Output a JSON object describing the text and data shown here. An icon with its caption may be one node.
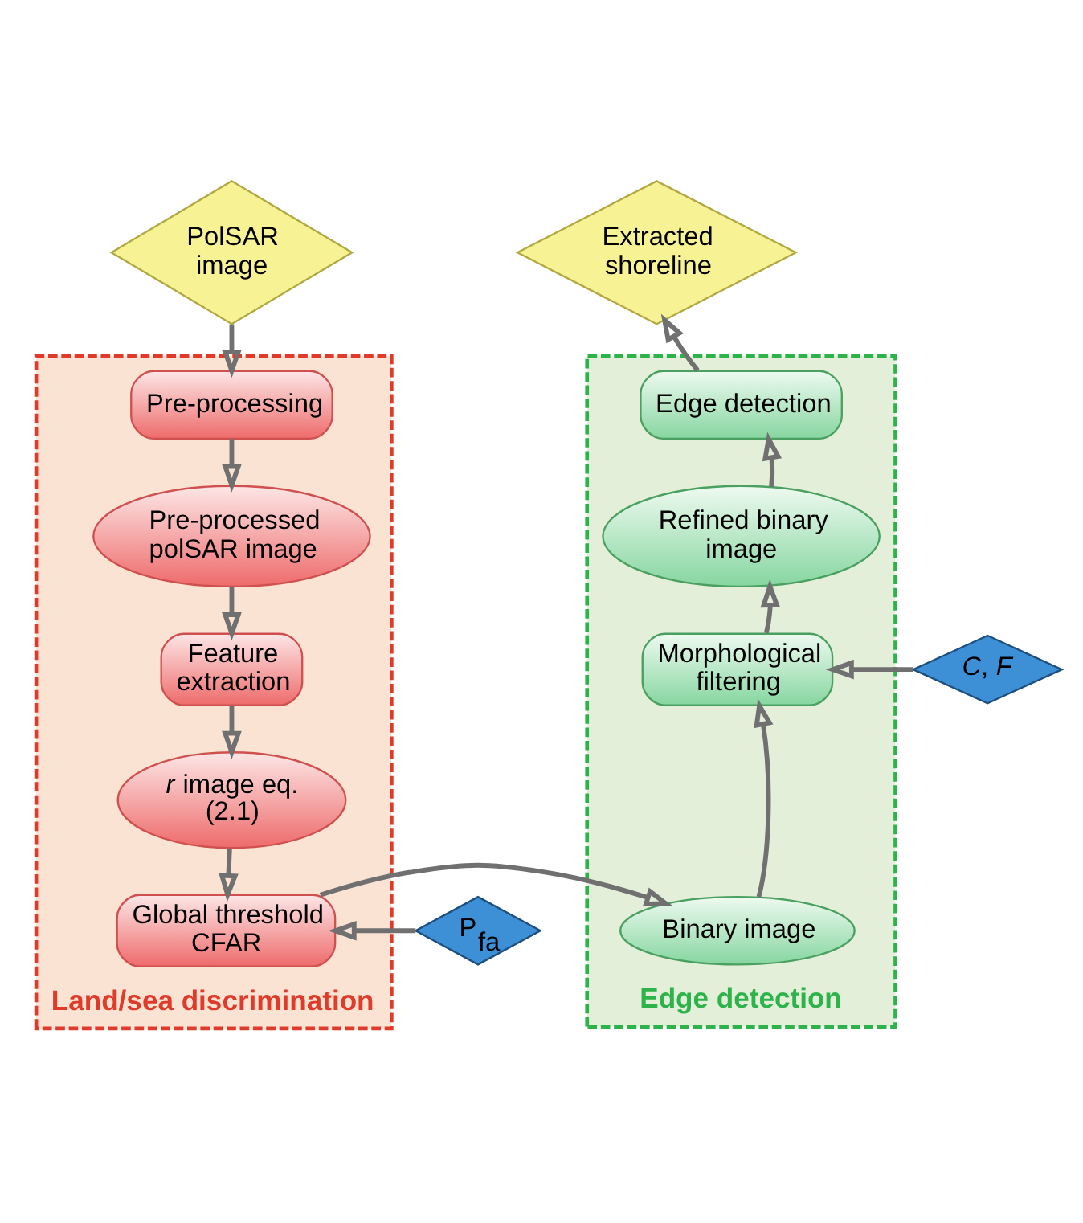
{
  "diagram": {
    "nodes": [
      {
        "text": [
          "PolSAR image"
        ]
      },
      {
        "text": [
          "Land/sea discrimination"
        ]
      },
      {
        "text": [
          "Pre-processing"
        ],
        "in": 1
      },
      {
        "text": [
          "Pre-processed polSAR image"
        ],
        "in": 1
      },
      {
        "text": [
          "Feature extraction"
        ],
        "in": 1
      },
      {
        "text": [
          "*r* image eq. (2.1)"
        ],
        "in": 1
      },
      {
        "text": [
          "Global threshold CFAR"
        ],
        "in": 1
      },
      {
        "text": [
          "P$_{fa}$"
        ]
      },
      {
        "text": [
          "Edge detection"
        ]
      },
      {
        "text": [
          "Edge detection"
        ],
        "in": 8
      },
      {
        "text": [
          "Refined binary image"
        ],
        "in": 8
      },
      {
        "text": [
          "Morphological filtering"
        ],
        "in": 8
      },
      {
        "text": [
          "Binary image"
        ],
        "in": 8
      },
      {
        "text": [
          "*C*, *F*"
        ]
      },
      {
        "text": [
          "Extracted shoreline"
        ]
      }
    ],
    "edges": [
      {
        "from": 0,
        "to": 2,
        "arrow": "to"
      },
      {
        "from": 2,
        "to": 3,
        "arrow": "to"
      },
      {
        "from": 3,
        "to": 4,
        "arrow": "to"
      },
      {
        "from": 4,
        "to": 5,
        "arrow": "to"
      },
      {
        "from": 5,
        "to": 6,
        "arrow": "to"
      },
      {
        "from": 7,
        "to": 6,
        "arrow": "to"
      },
      {
        "from": 6,
        "to": 12,
        "arrow": "to"
      },
      {
        "from": 12,
        "to": 11,
        "arrow": "to"
      },
      {
        "from": 13,
        "to": 11,
        "arrow": "to"
      },
      {
        "from": 11,
        "to": 10,
        "arrow": "to"
      },
      {
        "from": 10,
        "to": 9,
        "arrow": "to"
      },
      {
        "from": 9,
        "to": 14,
        "arrow": "to"
      }
    ]
  }
}
